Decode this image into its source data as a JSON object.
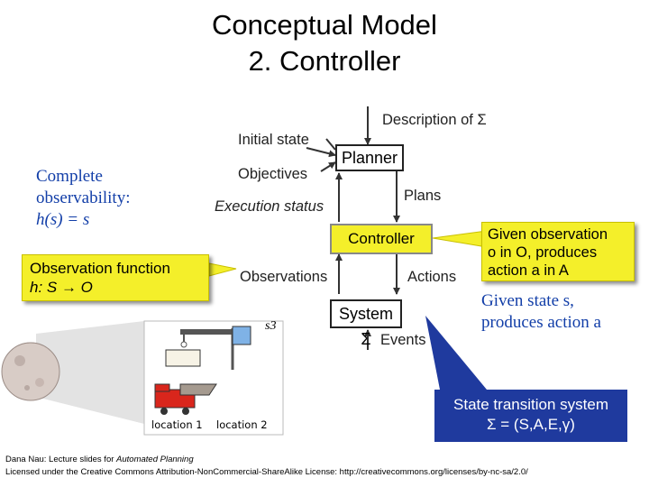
{
  "title": {
    "line1": "Conceptual Model",
    "line2": "2. Controller"
  },
  "left_note": {
    "line1": "Complete",
    "line2": "observability:",
    "formula": "h(s) = s"
  },
  "observation_box": {
    "line1": "Observation function",
    "line2": "h: S → O"
  },
  "diagram": {
    "description": "Description of Σ",
    "initial_state": "Initial state",
    "objectives": "Objectives",
    "execution_status": "Execution status",
    "planner": "Planner",
    "plans": "Plans",
    "controller": "Controller",
    "observations": "Observations",
    "actions": "Actions",
    "system": "System Σ",
    "events": "Events"
  },
  "given_observation_box": {
    "line1": "Given observation",
    "line2": "o in O, produces",
    "line3": "action a in A"
  },
  "given_state_note": {
    "line1": "Given state s,",
    "line2": "produces action a"
  },
  "state_transition_box": {
    "line1": "State transition system",
    "line2": "Σ = (S,A,E,γ)"
  },
  "scene": {
    "state_label": "s3",
    "location1": "location 1",
    "location2": "location 2"
  },
  "footer": {
    "line1_prefix": "Dana Nau: Lecture slides for ",
    "line1_italic": "Automated Planning",
    "line2": "Licensed under the Creative Commons Attribution-NonCommercial-ShareAlike License: http://creativecommons.org/licenses/by-nc-sa/2.0/"
  },
  "colors": {
    "callout_yellow": "#f4ef2a",
    "callout_blue": "#1f3a9e",
    "crane_blue": "#7fb2e6",
    "cart_red": "#d9261c",
    "arrow_gray": "#333333"
  }
}
